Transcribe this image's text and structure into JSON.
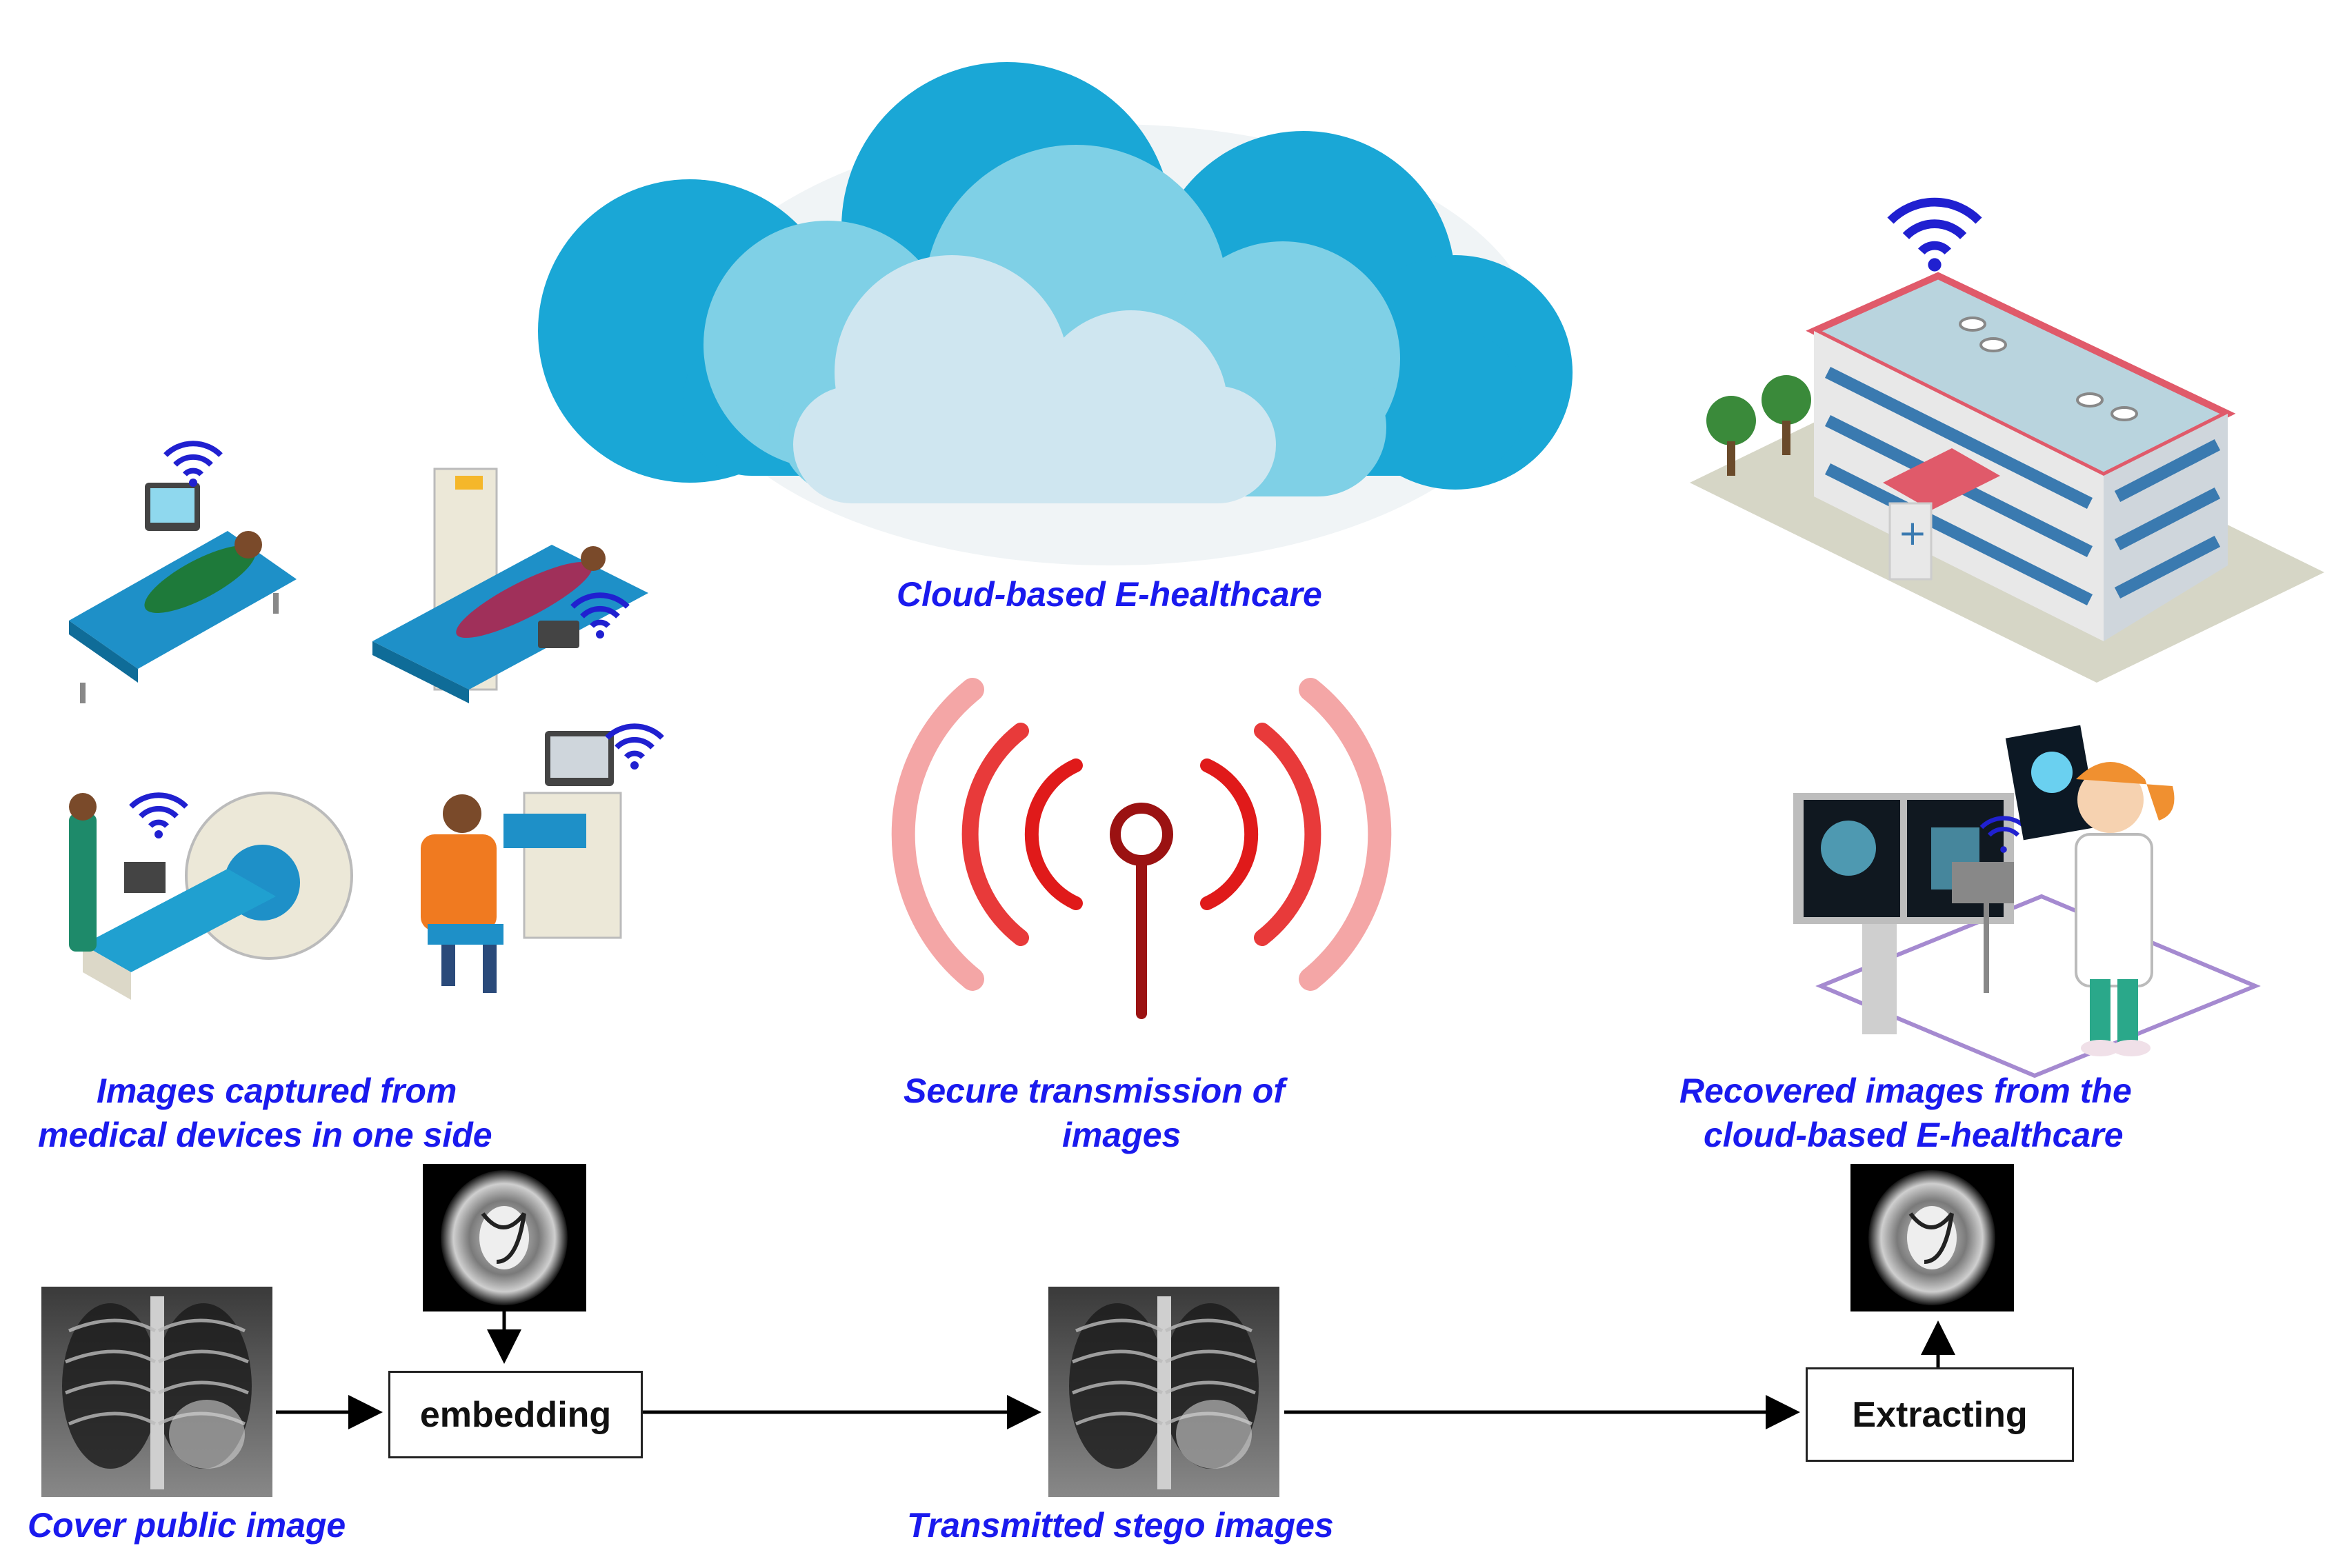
{
  "cloud": {
    "caption": "Cloud-based E-healthcare",
    "colors": {
      "dark": "#1aa7d6",
      "mid": "#7fd0e6",
      "light": "#cfe6f0"
    }
  },
  "devices": {
    "caption_line1": "Images captured from",
    "caption_line2": "medical devices in one side"
  },
  "signal": {
    "caption_line1": "Secure transmission  of",
    "caption_line2": "images",
    "colors": {
      "stem": "#9b1212",
      "inner": "#e01a1a",
      "outer": "#f4a6a6"
    }
  },
  "hospital": {
    "caption_line1": "Recovered images from the",
    "caption_line2": "cloud-based E-healthcare"
  },
  "pipeline": {
    "embed_label": "embedding",
    "extract_label": "Extracting",
    "cover_caption": "Cover public image",
    "stego_caption": "Transmitted stego images"
  },
  "colors": {
    "caption": "#1a1aee",
    "wifi": "#2020d0"
  }
}
